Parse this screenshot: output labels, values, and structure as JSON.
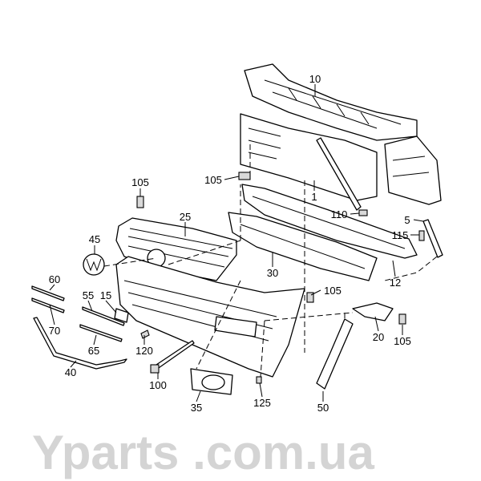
{
  "diagram": {
    "watermark": "Yparts .com.ua",
    "labels": {
      "p10": "10",
      "p105a": "105",
      "p105b": "105",
      "p1": "1",
      "p25": "25",
      "p110": "110",
      "p5": "5",
      "p115": "115",
      "p45": "45",
      "p60": "60",
      "p30": "30",
      "p12": "12",
      "p55": "55",
      "p15": "15",
      "p105c": "105",
      "p70": "70",
      "p65": "65",
      "p120": "120",
      "p20": "20",
      "p105d": "105",
      "p40": "40",
      "p100": "100",
      "p125": "125",
      "p35": "35",
      "p50": "50"
    }
  }
}
